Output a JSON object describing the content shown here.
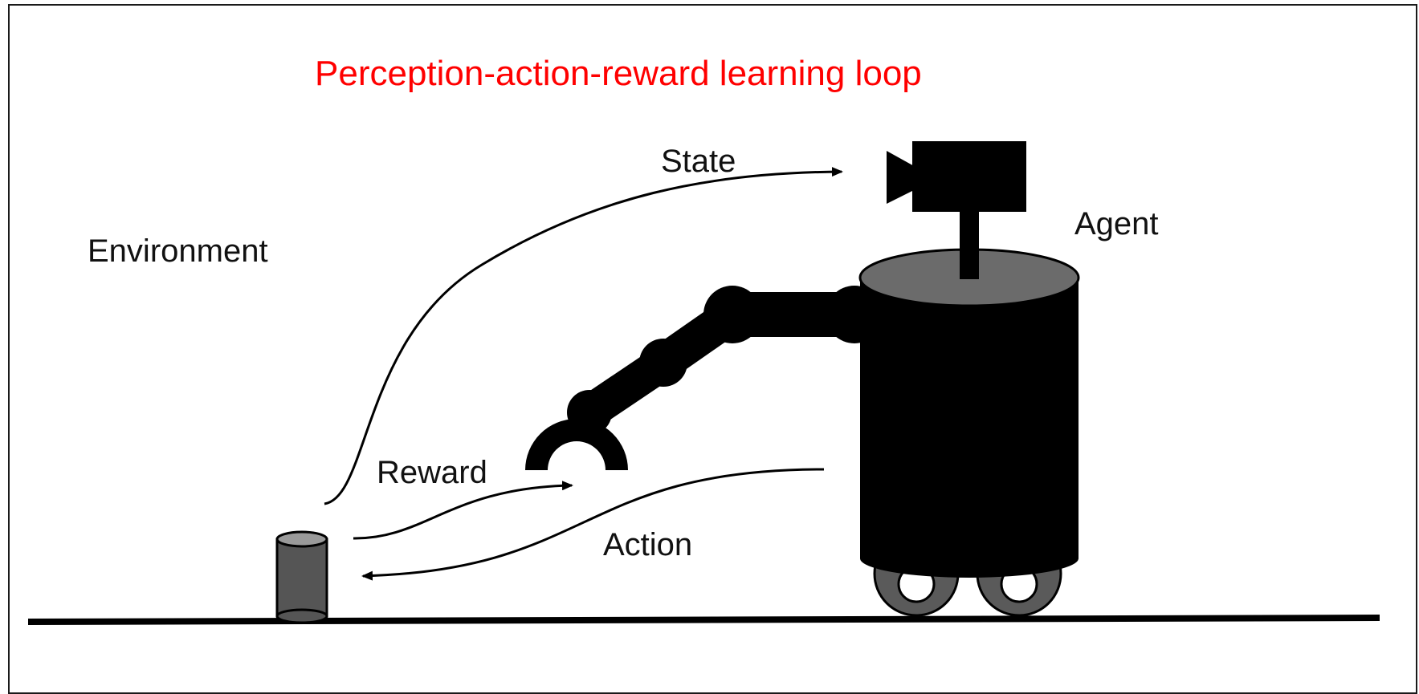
{
  "title": "Perception-action-reward learning loop",
  "labels": {
    "state": "State",
    "agent": "Agent",
    "environment": "Environment",
    "reward": "Reward",
    "action": "Action"
  },
  "colors": {
    "title": "#ff0000",
    "robot_body": "#000000",
    "robot_top": "#6b6b6b",
    "can_body": "#555555",
    "can_top": "#9a9a9a",
    "wheel": "#5a5a5a",
    "arrow": "#000000",
    "frame": "#1a1a1a"
  }
}
